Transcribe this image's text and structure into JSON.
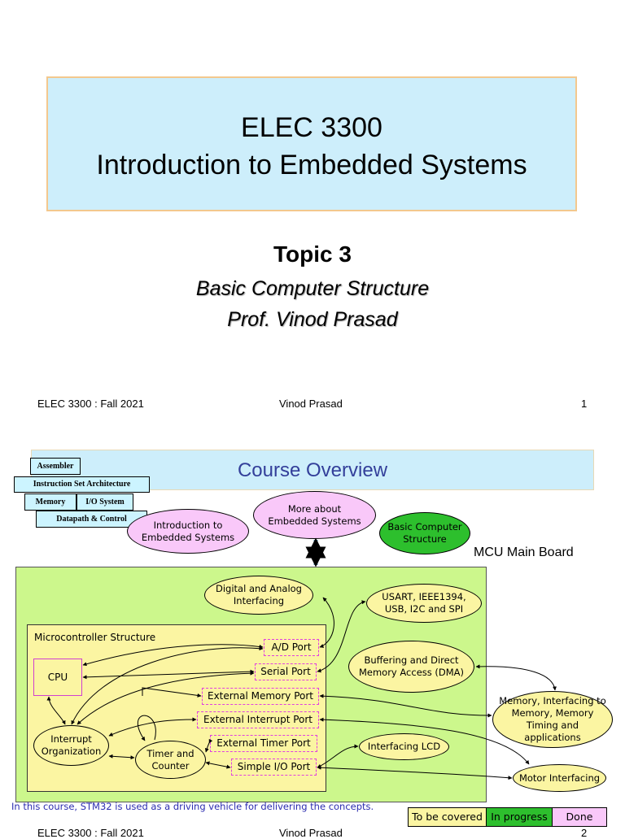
{
  "slide1": {
    "title_line1": "ELEC 3300",
    "title_line2": "Introduction to Embedded Systems",
    "topic": "Topic 3",
    "subtitle1": "Basic Computer Structure",
    "subtitle2": "Prof. Vinod Prasad",
    "footer_left": "ELEC 3300 : Fall 2021",
    "footer_center": "Vinod Prasad",
    "footer_page": "1"
  },
  "slide2": {
    "title": "Course Overview",
    "stack": {
      "assembler": "Assembler",
      "isa": "Instruction Set Architecture",
      "memory": "Memory",
      "io": "I/O System",
      "datapath": "Datapath & Control"
    },
    "topics": {
      "intro": "Introduction to Embedded Systems",
      "more": "More about Embedded Systems",
      "basic": "Basic Computer Structure"
    },
    "board_label": "MCU Main Board",
    "mcu_label": "Microcontroller Structure",
    "cpu": "CPU",
    "interrupt_org": "Interrupt Organization",
    "timer": "Timer and Counter",
    "ports": {
      "ad": "A/D Port",
      "serial": "Serial Port",
      "ext_mem": "External Memory Port",
      "ext_int": "External Interrupt Port",
      "ext_timer": "External Timer Port",
      "simple_io": "Simple I/O Port"
    },
    "ovals": {
      "digital_analog": "Digital and Analog Interfacing",
      "usart": "USART, IEEE1394, USB, I2C and SPI",
      "dma": "Buffering and Direct Memory Access (DMA)",
      "memory": "Memory, Interfacing to Memory, Memory Timing and applications",
      "lcd": "Interfacing LCD",
      "motor": "Motor Interfacing"
    },
    "note": "In this course, STM32 is used as a driving vehicle for delivering the concepts.",
    "legend": {
      "to_be_covered": "To be covered",
      "in_progress": "In progress",
      "done": "Done"
    },
    "footer_left": "ELEC 3300 : Fall 2021",
    "footer_center": "Vinod Prasad",
    "footer_page": "2",
    "colors": {
      "pink": "#f9c8f9",
      "green": "#2dbf2d",
      "yellow": "#fbf5a2",
      "board": "#ccf78c",
      "banner": "#cdeefb",
      "title_blue": "#333f9a"
    }
  }
}
